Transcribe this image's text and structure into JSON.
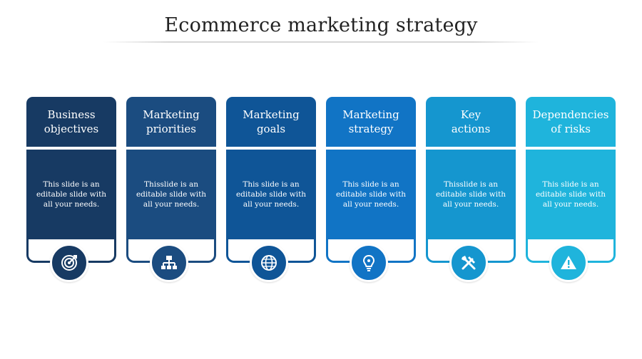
{
  "title": "Ecommerce marketing strategy",
  "columns": [
    {
      "head_line1": "Business",
      "head_line2": "objectives",
      "body": "This slide is an editable slide with all your needs.",
      "icon": "target-icon",
      "color": "#173a63"
    },
    {
      "head_line1": "Marketing",
      "head_line2": "priorities",
      "body": "Thisslide is an editable slide with all your needs.",
      "icon": "hierarchy-icon",
      "color": "#1b4c80"
    },
    {
      "head_line1": "Marketing",
      "head_line2": "goals",
      "body": "This slide is an editable slide with all your needs.",
      "icon": "globe-icon",
      "color": "#0f5597"
    },
    {
      "head_line1": "Marketing",
      "head_line2": "strategy",
      "body": "This slide is an editable slide with all your needs.",
      "icon": "lightbulb-icon",
      "color": "#1174c5"
    },
    {
      "head_line1": "Key",
      "head_line2": "actions",
      "body": "Thisslide is an editable slide with all your needs.",
      "icon": "tools-icon",
      "color": "#1596cf"
    },
    {
      "head_line1": "Dependencies",
      "head_line2": "of risks",
      "body": "This slide is an editable slide with all your needs.",
      "icon": "warning-icon",
      "color": "#1fb4dc"
    }
  ]
}
